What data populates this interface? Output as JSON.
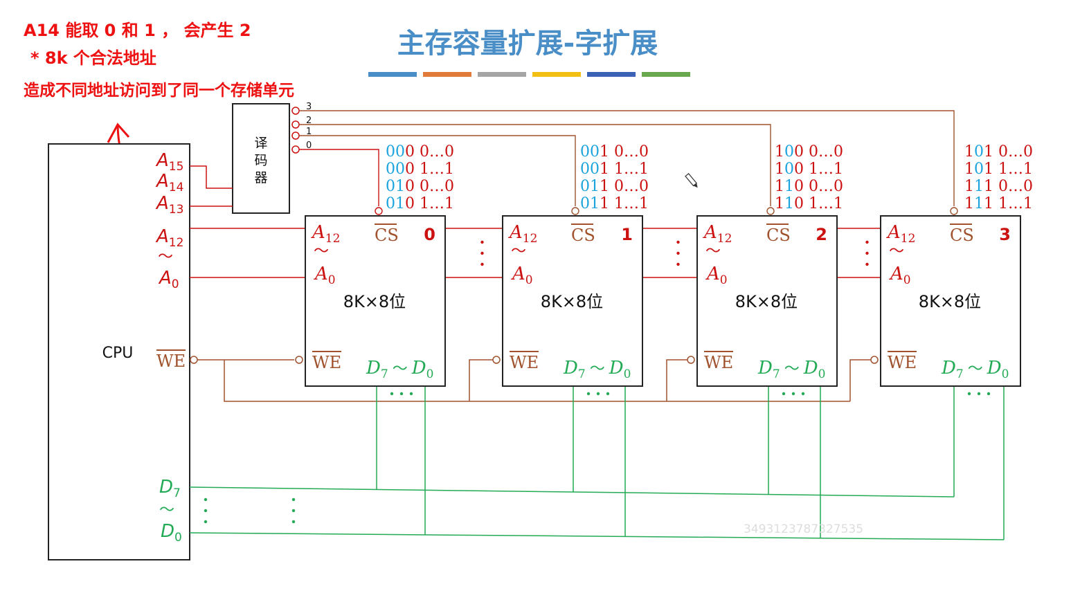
{
  "title": "主存容量扩展-字扩展",
  "title_bar_colors": [
    "#4a8ec7",
    "#e07b39",
    "#a5a5a5",
    "#f2c012",
    "#3b62b5",
    "#6aa84f"
  ],
  "annotation": {
    "line1": "A14 能取 0 和 1 ， 会产生 2",
    "line2": "* 8k 个合法地址",
    "line3": "造成不同地址访问到了同一个存储单元"
  },
  "cpu": {
    "label": "CPU",
    "a15": "A",
    "a15_sub": "15",
    "a14": "A",
    "a14_sub": "14",
    "a13": "A",
    "a13_sub": "13",
    "a12": "A",
    "a12_sub": "12",
    "tilde": "～",
    "a0": "A",
    "a0_sub": "0",
    "we": "WE",
    "d7": "D",
    "d7_sub": "7",
    "d0": "D",
    "d0_sub": "0"
  },
  "decoder": {
    "label": "译码器",
    "outputs": [
      "3",
      "2",
      "1",
      "0"
    ]
  },
  "chip_template": {
    "a12": "A",
    "a12_sub": "12",
    "tilde": "～",
    "a0": "A",
    "a0_sub": "0",
    "cs": "CS",
    "size": "8K×8位",
    "we": "WE",
    "data_d7": "D",
    "data_d7_sub": "7",
    "data_tilde": "～",
    "data_d0": "D",
    "data_d0_sub": "0"
  },
  "chips": [
    {
      "number": "0",
      "addr": [
        [
          "000",
          "0…0"
        ],
        [
          "000",
          "1…1"
        ],
        [
          "010",
          "0…0"
        ],
        [
          "010",
          "1…1"
        ]
      ]
    },
    {
      "number": "1",
      "addr": [
        [
          "001",
          "0…0"
        ],
        [
          "001",
          "1…1"
        ],
        [
          "011",
          "0…0"
        ],
        [
          "011",
          "1…1"
        ]
      ]
    },
    {
      "number": "2",
      "addr": [
        [
          "100",
          "0…0"
        ],
        [
          "100",
          "1…1"
        ],
        [
          "110",
          "0…0"
        ],
        [
          "110",
          "1…1"
        ]
      ]
    },
    {
      "number": "3",
      "addr": [
        [
          "101",
          "0…0"
        ],
        [
          "101",
          "1…1"
        ],
        [
          "111",
          "0…0"
        ],
        [
          "111",
          "1…1"
        ]
      ]
    }
  ],
  "colors": {
    "address": "#cc1111",
    "control": "#a0522d",
    "data": "#22aa55",
    "highlight_bits": "#1aa3dd"
  }
}
